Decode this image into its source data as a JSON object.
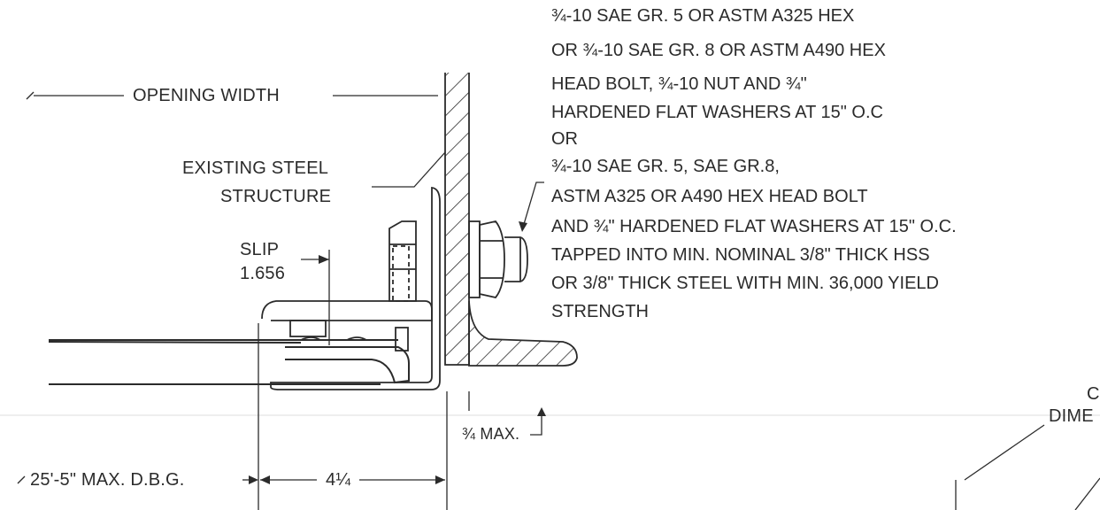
{
  "labels": {
    "opening_width": "OPENING WIDTH",
    "existing_steel_1": "EXISTING STEEL",
    "existing_steel_2": "STRUCTURE",
    "slip_title": "SLIP",
    "slip_value": "1.656",
    "max_gap": "¾ MAX.",
    "dbg": "25'-5\" MAX. D.B.G.",
    "dim_425": "4¼",
    "edge_top": "C",
    "edge_dim": "DIME"
  },
  "bolt_note": {
    "lines": [
      "¾-10 SAE GR. 5 OR ASTM A325 HEX",
      "OR ¾-10 SAE GR. 8 OR ASTM A490 HEX",
      "HEAD BOLT, ¾-10 NUT AND ¾\"",
      "HARDENED FLAT WASHERS AT 15\" O.C",
      "OR",
      "¾-10 SAE GR. 5, SAE GR.8,",
      "ASTM A325 OR A490 HEX HEAD BOLT",
      "AND ¾\" HARDENED FLAT WASHERS AT 15\" O.C.",
      "TAPPED INTO MIN. NOMINAL 3/8\" THICK HSS",
      "OR 3/8\" THICK STEEL WITH MIN. 36,000 YIELD",
      "STRENGTH"
    ]
  },
  "colors": {
    "ink": "#2b2b2b",
    "background": "#ffffff"
  }
}
